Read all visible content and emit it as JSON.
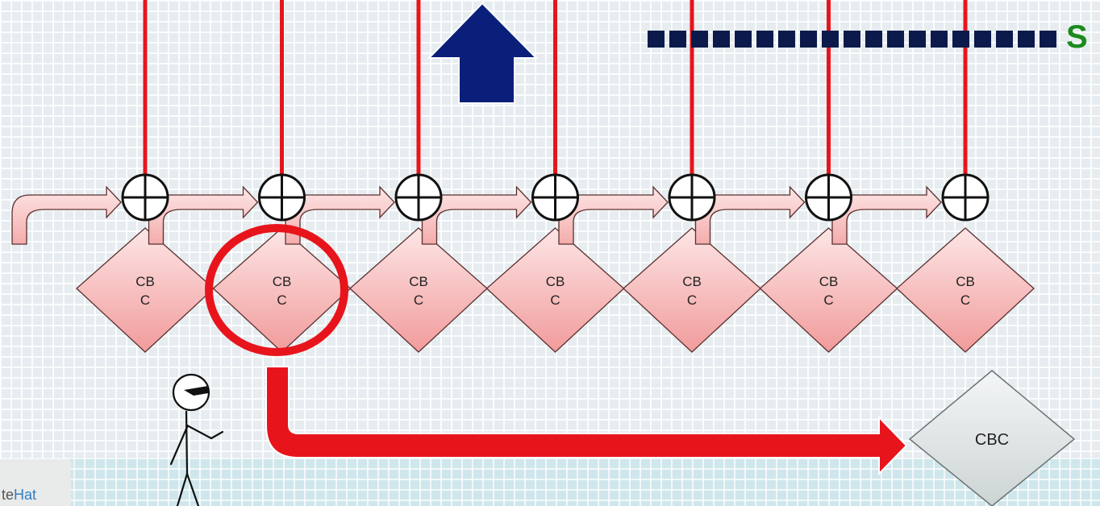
{
  "blocks": [
    {
      "line1": "CB",
      "line2": "C"
    },
    {
      "line1": "CB",
      "line2": "C"
    },
    {
      "line1": "CB",
      "line2": "C"
    },
    {
      "line1": "CB",
      "line2": "C"
    },
    {
      "line1": "CB",
      "line2": "C"
    },
    {
      "line1": "CB",
      "line2": "C"
    },
    {
      "line1": "CB",
      "line2": "C"
    }
  ],
  "extracted_block": {
    "label": "CBC"
  },
  "stream": {
    "letter": "S",
    "segments": 19
  },
  "logo": {
    "part1": "te",
    "part2": "Hat"
  },
  "colors": {
    "wire": "#e8141c",
    "block_fill_top": "#fde3e3",
    "block_fill_bottom": "#f2a3a3",
    "arrow_blue": "#0a1f7a",
    "highlight": "#e8141c",
    "stream_green": "#1d8a1d",
    "extracted_fill": "#dde3e3"
  }
}
